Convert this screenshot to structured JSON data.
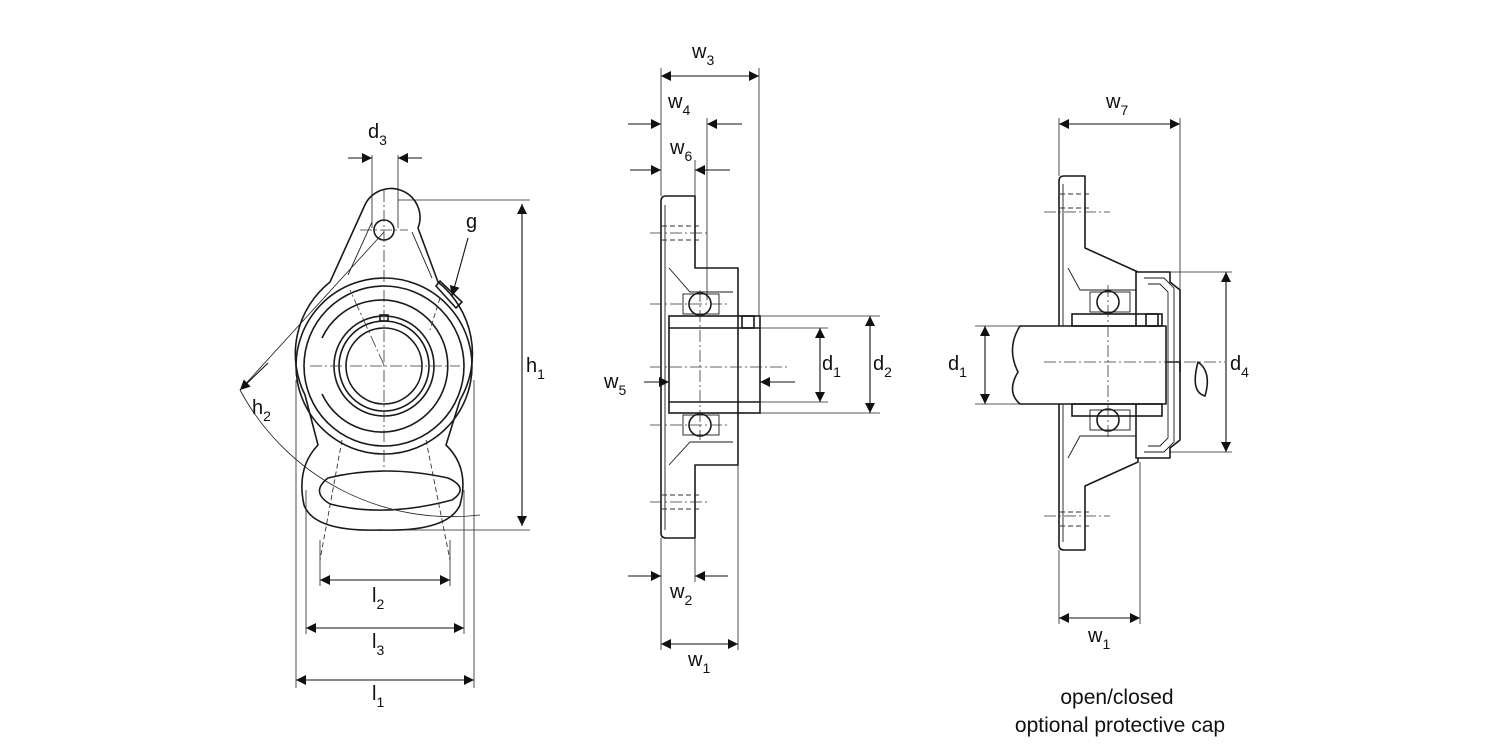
{
  "labels": {
    "d3": {
      "main": "d",
      "sub": "3"
    },
    "g": {
      "main": "g"
    },
    "h1": {
      "main": "h",
      "sub": "1"
    },
    "h2": {
      "main": "h",
      "sub": "2"
    },
    "l1": {
      "main": "l",
      "sub": "1"
    },
    "l2": {
      "main": "l",
      "sub": "2"
    },
    "l3": {
      "main": "l",
      "sub": "3"
    },
    "w1": {
      "main": "w",
      "sub": "1"
    },
    "w2": {
      "main": "w",
      "sub": "2"
    },
    "w3": {
      "main": "w",
      "sub": "3"
    },
    "w4": {
      "main": "w",
      "sub": "4"
    },
    "w5": {
      "main": "w",
      "sub": "5"
    },
    "w6": {
      "main": "w",
      "sub": "6"
    },
    "w7": {
      "main": "w",
      "sub": "7"
    },
    "d1": {
      "main": "d",
      "sub": "1"
    },
    "d2": {
      "main": "d",
      "sub": "2"
    },
    "d4": {
      "main": "d",
      "sub": "4"
    }
  },
  "caption": {
    "line1": "open/closed",
    "line2": "optional protective cap"
  }
}
